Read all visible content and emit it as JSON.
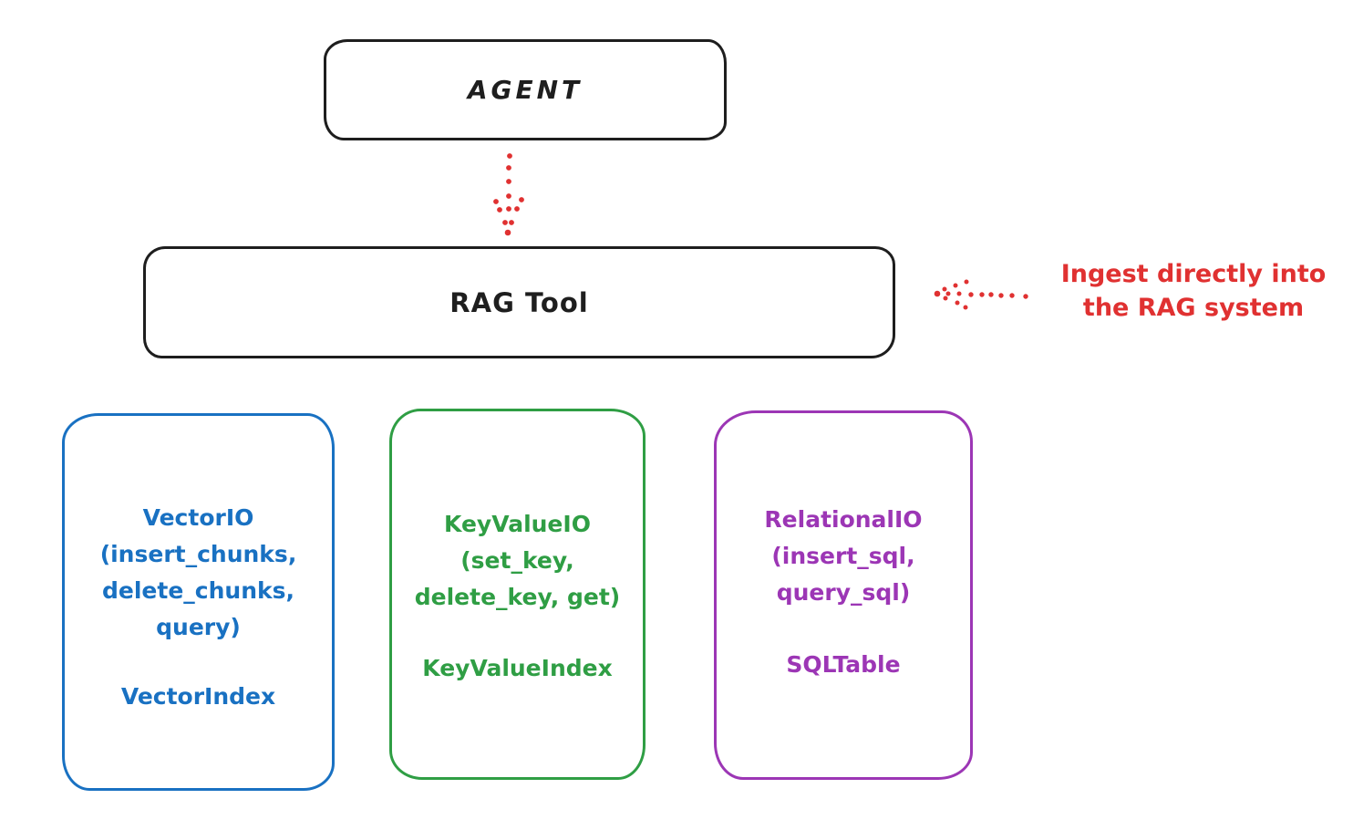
{
  "nodes": {
    "agent": {
      "label": "AGENT",
      "stroke_color": "#1e1e1e"
    },
    "rag_tool": {
      "label": "RAG Tool",
      "stroke_color": "#1e1e1e"
    }
  },
  "annotation": {
    "line1": "Ingest directly into",
    "line2": "the RAG system",
    "color": "#e03131"
  },
  "arrows": {
    "agent_to_rag_tool": {
      "icon": "down-dotted-arrow",
      "color": "#e03131",
      "style": "dotted"
    },
    "ingest_into_rag": {
      "icon": "left-dotted-arrow",
      "color": "#e03131",
      "style": "dotted"
    }
  },
  "stores": [
    {
      "name": "VectorIO",
      "color": "#1971c2",
      "lines": [
        "VectorIO",
        "(insert_chunks,",
        "delete_chunks,",
        "query)"
      ],
      "index_label": "VectorIndex"
    },
    {
      "name": "KeyValueIO",
      "color": "#2f9e44",
      "lines": [
        "KeyValueIO",
        "(set_key,",
        "delete_key, get)"
      ],
      "index_label": "KeyValueIndex"
    },
    {
      "name": "RelationalIO",
      "color": "#9c36b5",
      "lines": [
        "RelationalIO",
        "(insert_sql,",
        "query_sql)"
      ],
      "index_label": "SQLTable"
    }
  ],
  "colors": {
    "ink": "#1e1e1e",
    "accent_red": "#e03131",
    "blue": "#1971c2",
    "green": "#2f9e44",
    "purple": "#9c36b5",
    "background": "#ffffff"
  }
}
